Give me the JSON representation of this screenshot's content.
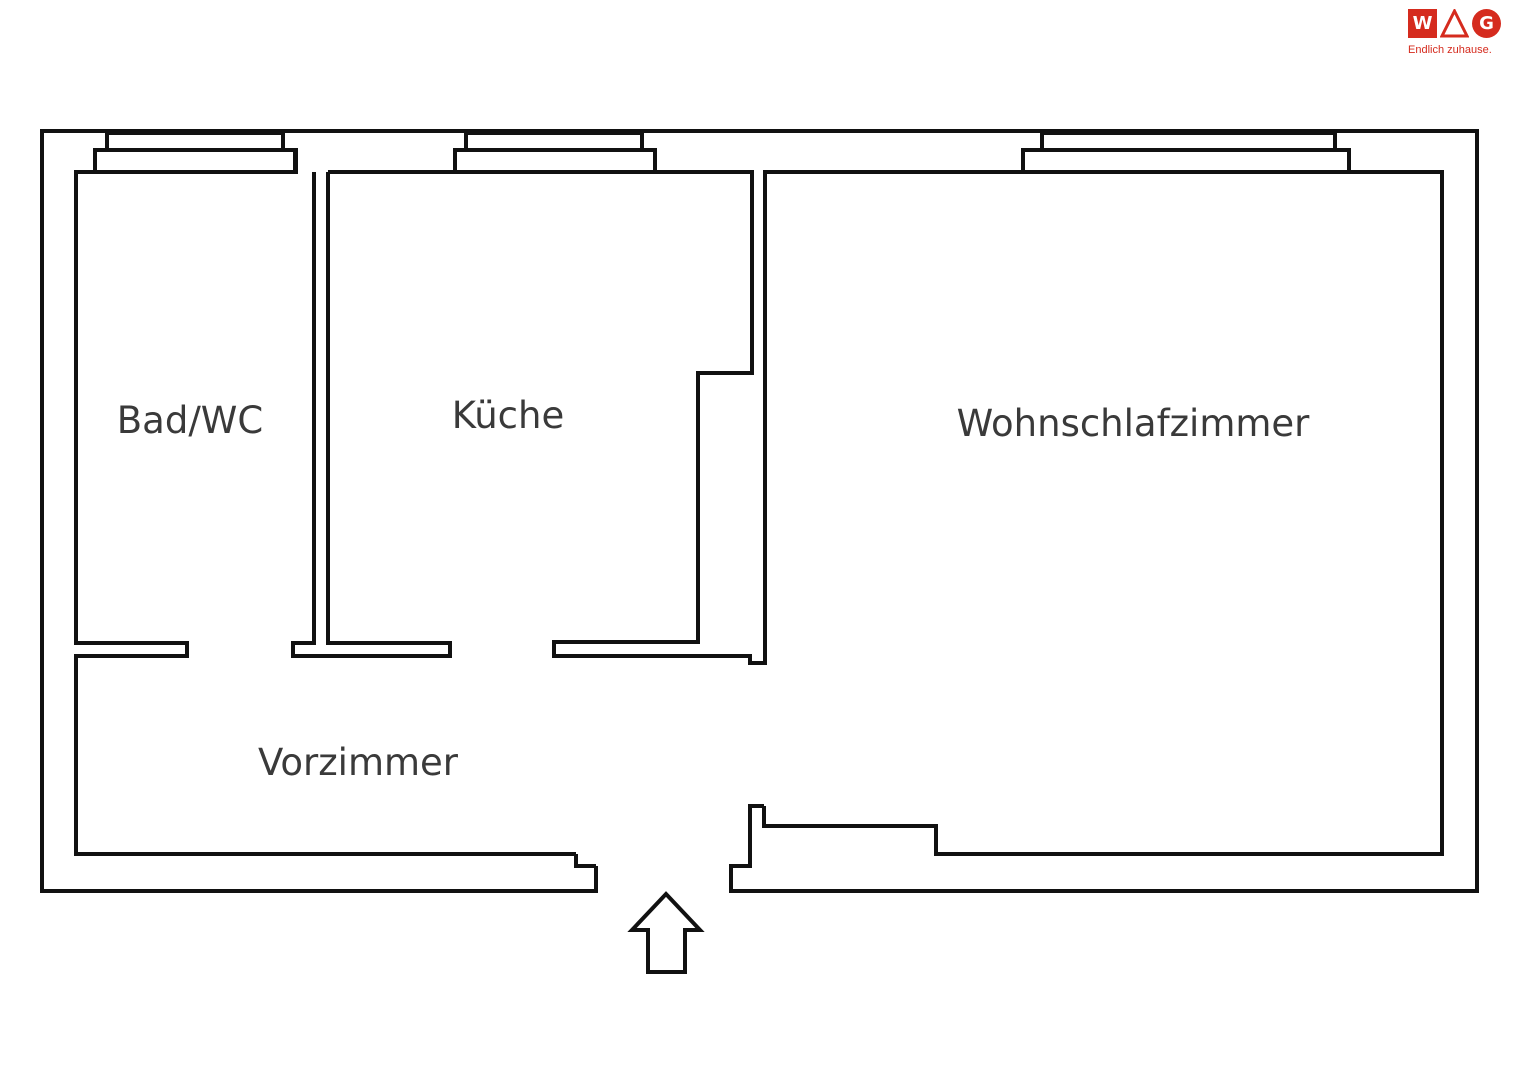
{
  "logo": {
    "letters": [
      "W",
      "A",
      "G"
    ],
    "slogan": "Endlich zuhause.",
    "color": "#d52b1e"
  },
  "rooms": {
    "bad": "Bad/WC",
    "kueche": "Küche",
    "wohnschlafzimmer": "Wohnschlafzimmer",
    "vorzimmer": "Vorzimmer"
  },
  "entrance_icon": "arrow-up-icon",
  "wall_color": "#111111"
}
